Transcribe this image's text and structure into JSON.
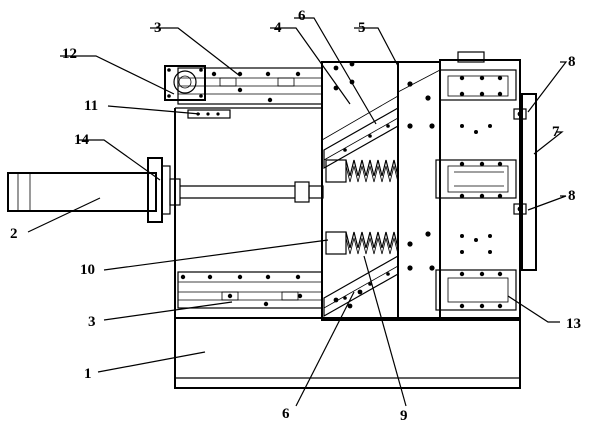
{
  "figure": {
    "labels": [
      {
        "id": "1",
        "text": "1"
      },
      {
        "id": "2",
        "text": "2"
      },
      {
        "id": "3a",
        "text": "3"
      },
      {
        "id": "3b",
        "text": "3"
      },
      {
        "id": "4",
        "text": "4"
      },
      {
        "id": "5",
        "text": "5"
      },
      {
        "id": "6a",
        "text": "6"
      },
      {
        "id": "6b",
        "text": "6"
      },
      {
        "id": "7",
        "text": "7"
      },
      {
        "id": "8a",
        "text": "8"
      },
      {
        "id": "8b",
        "text": "8"
      },
      {
        "id": "9",
        "text": "9"
      },
      {
        "id": "10",
        "text": "10"
      },
      {
        "id": "11",
        "text": "11"
      },
      {
        "id": "12",
        "text": "12"
      },
      {
        "id": "13",
        "text": "13"
      },
      {
        "id": "14",
        "text": "14"
      }
    ]
  }
}
